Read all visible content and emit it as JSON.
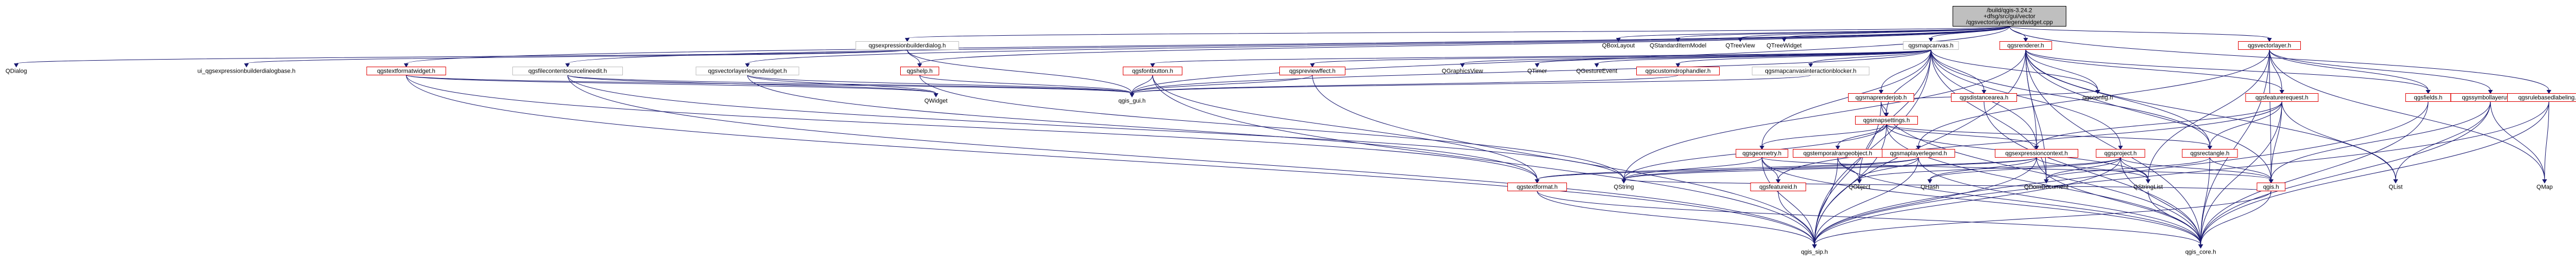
{
  "graph": {
    "nodes": [
      {
        "id": "root",
        "lines": [
          "/build/qgis-3.24.2",
          "+dfsg/src/gui/vector",
          "/qgsvectorlayerlegendwidget.cpp"
        ],
        "style": "root"
      },
      {
        "id": "qgsexpressionbuilderdialog_h",
        "lines": [
          "qgsexpressionbuilderdialog.h"
        ],
        "style": "black"
      },
      {
        "id": "QBoxLayout",
        "lines": [
          "QBoxLayout"
        ],
        "style": "plain"
      },
      {
        "id": "QStandardItemModel",
        "lines": [
          "QStandardItemModel"
        ],
        "style": "plain"
      },
      {
        "id": "QTreeView",
        "lines": [
          "QTreeView"
        ],
        "style": "plain"
      },
      {
        "id": "QTreeWidget",
        "lines": [
          "QTreeWidget"
        ],
        "style": "plain"
      },
      {
        "id": "qgsmapcanvas_h",
        "lines": [
          "qgsmapcanvas.h"
        ],
        "style": "black"
      },
      {
        "id": "qgsrenderer_h",
        "lines": [
          "qgsrenderer.h"
        ],
        "style": "red"
      },
      {
        "id": "qgsvectorlayer_h",
        "lines": [
          "qgsvectorlayer.h"
        ],
        "style": "red"
      },
      {
        "id": "QDialog",
        "lines": [
          "QDialog"
        ],
        "style": "plain"
      },
      {
        "id": "ui_qgsexpressionbuilderdialogbase_h",
        "lines": [
          "ui_qgsexpressionbuilderdialogbase.h"
        ],
        "style": "plain"
      },
      {
        "id": "qgstextformatwidget_h",
        "lines": [
          "qgstextformatwidget.h"
        ],
        "style": "red"
      },
      {
        "id": "qgsfilecontentsourcelineedit_h",
        "lines": [
          "qgsfilecontentsourcelineedit.h"
        ],
        "style": "black"
      },
      {
        "id": "qgsvectorlayerlegendwidget_h",
        "lines": [
          "qgsvectorlayerlegendwidget.h"
        ],
        "style": "black"
      },
      {
        "id": "qgshelp_h",
        "lines": [
          "qgshelp.h"
        ],
        "style": "red"
      },
      {
        "id": "qgsfontbutton_h",
        "lines": [
          "qgsfontbutton.h"
        ],
        "style": "red"
      },
      {
        "id": "qgspreviewffect_h",
        "lines": [
          "qgspreviewffect.h"
        ],
        "style": "red"
      },
      {
        "id": "QGraphicsView",
        "lines": [
          "QGraphicsView"
        ],
        "style": "plain"
      },
      {
        "id": "QTimer",
        "lines": [
          "QTimer"
        ],
        "style": "plain"
      },
      {
        "id": "QGestureEvent",
        "lines": [
          "QGestureEvent"
        ],
        "style": "plain"
      },
      {
        "id": "qgscustomdrophandler_h",
        "lines": [
          "qgscustomdrophandler.h"
        ],
        "style": "red"
      },
      {
        "id": "qgsmapcanvasinteractionblocker_h",
        "lines": [
          "qgsmapcanvasinteractionblocker.h"
        ],
        "style": "black"
      },
      {
        "id": "qgsmaprenderjob_h",
        "lines": [
          "qgsmaprenderjob.h"
        ],
        "style": "red"
      },
      {
        "id": "qgsdistancearea_h",
        "lines": [
          "qgsdistancearea.h"
        ],
        "style": "red"
      },
      {
        "id": "qgsconfig_h",
        "lines": [
          "qgsconfig.h"
        ],
        "style": "plain"
      },
      {
        "id": "qgsfeaturerequest_h",
        "lines": [
          "qgsfeaturerequest.h"
        ],
        "style": "red"
      },
      {
        "id": "qgsfields_h",
        "lines": [
          "qgsfields.h"
        ],
        "style": "red"
      },
      {
        "id": "qgssymbollayerutils_h",
        "lines": [
          "qgssymbollayerutils.h"
        ],
        "style": "red"
      },
      {
        "id": "qgsrulebasedlabeling_h",
        "lines": [
          "qgsrulebasedlabeling.h"
        ],
        "style": "red"
      },
      {
        "id": "QWidget",
        "lines": [
          "QWidget"
        ],
        "style": "plain"
      },
      {
        "id": "qgis_gui_h",
        "lines": [
          "qgis_gui.h"
        ],
        "style": "plain"
      },
      {
        "id": "qgsmapsettings_h",
        "lines": [
          "qgsmapsettings.h"
        ],
        "style": "red"
      },
      {
        "id": "qgstemporalrangeobject_h",
        "lines": [
          "qgstemporalrangeobject.h"
        ],
        "style": "red"
      },
      {
        "id": "qgsmaplayerlegend_h",
        "lines": [
          "qgsmaplayerlegend.h"
        ],
        "style": "red"
      },
      {
        "id": "qgsexpressioncontext_h",
        "lines": [
          "qgsexpressioncontext.h"
        ],
        "style": "red"
      },
      {
        "id": "qgsproject_h",
        "lines": [
          "qgsproject.h"
        ],
        "style": "red"
      },
      {
        "id": "qgsrectangle_h",
        "lines": [
          "qgsrectangle.h"
        ],
        "style": "red"
      },
      {
        "id": "qgsgeometry_h",
        "lines": [
          "qgsgeometry.h"
        ],
        "style": "red"
      },
      {
        "id": "qgsfeatureid_h",
        "lines": [
          "qgsfeatureid.h"
        ],
        "style": "red"
      },
      {
        "id": "qgstextformat_h",
        "lines": [
          "qgstextformat.h"
        ],
        "style": "red"
      },
      {
        "id": "QString",
        "lines": [
          "QString"
        ],
        "style": "plain"
      },
      {
        "id": "QObject",
        "lines": [
          "QObject"
        ],
        "style": "plain"
      },
      {
        "id": "QHash",
        "lines": [
          "QHash"
        ],
        "style": "plain"
      },
      {
        "id": "QDomDocument",
        "lines": [
          "QDomDocument"
        ],
        "style": "plain"
      },
      {
        "id": "QStringList",
        "lines": [
          "QStringList"
        ],
        "style": "plain"
      },
      {
        "id": "qgis_h",
        "lines": [
          "qgis.h"
        ],
        "style": "red"
      },
      {
        "id": "QList",
        "lines": [
          "QList"
        ],
        "style": "plain"
      },
      {
        "id": "QMap",
        "lines": [
          "QMap"
        ],
        "style": "plain"
      },
      {
        "id": "qgis_sip_h",
        "lines": [
          "qgis_sip.h"
        ],
        "style": "plain"
      },
      {
        "id": "qgis_core_h",
        "lines": [
          "qgis_core.h"
        ],
        "style": "plain"
      }
    ],
    "edges": [
      [
        "root",
        "qgsexpressionbuilderdialog_h"
      ],
      [
        "root",
        "QBoxLayout"
      ],
      [
        "root",
        "QStandardItemModel"
      ],
      [
        "root",
        "QTreeView"
      ],
      [
        "root",
        "QTreeWidget"
      ],
      [
        "root",
        "qgsmapcanvas_h"
      ],
      [
        "root",
        "qgsrenderer_h"
      ],
      [
        "root",
        "qgsvectorlayer_h"
      ],
      [
        "root",
        "qgsrulebasedlabeling_h"
      ],
      [
        "root",
        "qgstextformatwidget_h"
      ],
      [
        "root",
        "qgsfilecontentsourcelineedit_h"
      ],
      [
        "root",
        "qgsvectorlayerlegendwidget_h"
      ],
      [
        "root",
        "qgshelp_h"
      ],
      [
        "root",
        "qgis_gui_h"
      ],
      [
        "qgsexpressionbuilderdialog_h",
        "QDialog"
      ],
      [
        "qgsexpressionbuilderdialog_h",
        "ui_qgsexpressionbuilderdialogbase_h"
      ],
      [
        "qgsexpressionbuilderdialog_h",
        "qgshelp_h"
      ],
      [
        "qgsexpressionbuilderdialog_h",
        "qgis_gui_h"
      ],
      [
        "qgsmapcanvas_h",
        "qgsfontbutton_h"
      ],
      [
        "qgsmapcanvas_h",
        "qgspreviewffect_h"
      ],
      [
        "qgsmapcanvas_h",
        "QGraphicsView"
      ],
      [
        "qgsmapcanvas_h",
        "QTimer"
      ],
      [
        "qgsmapcanvas_h",
        "QGestureEvent"
      ],
      [
        "qgsmapcanvas_h",
        "qgscustomdrophandler_h"
      ],
      [
        "qgsmapcanvas_h",
        "qgsmapcanvasinteractionblocker_h"
      ],
      [
        "qgsmapcanvas_h",
        "qgsmaprenderjob_h"
      ],
      [
        "qgsmapcanvas_h",
        "qgsdistancearea_h"
      ],
      [
        "qgsmapcanvas_h",
        "qgsconfig_h"
      ],
      [
        "qgsmapcanvas_h",
        "qgsmapsettings_h"
      ],
      [
        "qgsmapcanvas_h",
        "qgsexpressioncontext_h"
      ],
      [
        "qgsmapcanvas_h",
        "qgsproject_h"
      ],
      [
        "qgsmapcanvas_h",
        "qgsrectangle_h"
      ],
      [
        "qgsmapcanvas_h",
        "qgsgeometry_h"
      ],
      [
        "qgsmapcanvas_h",
        "qgis_gui_h"
      ],
      [
        "qgsmapcanvas_h",
        "qgis_sip_h"
      ],
      [
        "qgsmapcanvas_h",
        "QDomDocument"
      ],
      [
        "qgsmapcanvas_h",
        "QObject"
      ],
      [
        "qgstextformatwidget_h",
        "qgstextformat_h"
      ],
      [
        "qgstextformatwidget_h",
        "qgis_gui_h"
      ],
      [
        "qgstextformatwidget_h",
        "qgis_sip_h"
      ],
      [
        "qgstextformatwidget_h",
        "QWidget"
      ],
      [
        "qgsfilecontentsourcelineedit_h",
        "QWidget"
      ],
      [
        "qgsfilecontentsourcelineedit_h",
        "qgis_gui_h"
      ],
      [
        "qgsfilecontentsourcelineedit_h",
        "qgis_sip_h"
      ],
      [
        "qgsfilecontentsourcelineedit_h",
        "QString"
      ],
      [
        "qgsvectorlayerlegendwidget_h",
        "QWidget"
      ],
      [
        "qgsvectorlayerlegendwidget_h",
        "qgis_gui_h"
      ],
      [
        "qgsvectorlayerlegendwidget_h",
        "qgstextformat_h"
      ],
      [
        "qgshelp_h",
        "qgis_gui_h"
      ],
      [
        "qgshelp_h",
        "QString"
      ],
      [
        "qgsfontbutton_h",
        "qgis_gui_h"
      ],
      [
        "qgsfontbutton_h",
        "qgis_sip_h"
      ],
      [
        "qgsfontbutton_h",
        "qgstextformat_h"
      ],
      [
        "qgspreviewffect_h",
        "qgis_gui_h"
      ],
      [
        "qgspreviewffect_h",
        "qgis_sip_h"
      ],
      [
        "qgscustomdrophandler_h",
        "qgis_gui_h"
      ],
      [
        "qgsmapcanvasinteractionblocker_h",
        "qgis_gui_h"
      ],
      [
        "qgsmaprenderjob_h",
        "qgsmapsettings_h"
      ],
      [
        "qgsmaprenderjob_h",
        "qgis_core_h"
      ],
      [
        "qgsmaprenderjob_h",
        "qgis_sip_h"
      ],
      [
        "qgsmaprenderjob_h",
        "qgsconfig_h"
      ],
      [
        "qgsmapsettings_h",
        "qgsgeometry_h"
      ],
      [
        "qgsmapsettings_h",
        "qgstemporalrangeobject_h"
      ],
      [
        "qgsmapsettings_h",
        "qgsexpressioncontext_h"
      ],
      [
        "qgsmapsettings_h",
        "qgsrectangle_h"
      ],
      [
        "qgsmapsettings_h",
        "qgis_core_h"
      ],
      [
        "qgsmapsettings_h",
        "qgis_sip_h"
      ],
      [
        "qgsmapsettings_h",
        "QString"
      ],
      [
        "qgsmapsettings_h",
        "QStringList"
      ],
      [
        "qgsdistancearea_h",
        "qgis_core_h"
      ],
      [
        "qgsrenderer_h",
        "qgsconfig_h"
      ],
      [
        "qgsrenderer_h",
        "qgsfeaturerequest_h"
      ],
      [
        "qgsrenderer_h",
        "qgsfields_h"
      ],
      [
        "qgsrenderer_h",
        "qgis_h"
      ],
      [
        "qgsrenderer_h",
        "qgsrectangle_h"
      ],
      [
        "qgsrenderer_h",
        "qgsexpressioncontext_h"
      ],
      [
        "qgsrenderer_h",
        "QList"
      ],
      [
        "qgsrenderer_h",
        "QString"
      ],
      [
        "qgsrenderer_h",
        "qgis_core_h"
      ],
      [
        "qgsrenderer_h",
        "qgis_sip_h"
      ],
      [
        "qgsrenderer_h",
        "QDomDocument"
      ],
      [
        "qgsvectorlayer_h",
        "qgsfeaturerequest_h"
      ],
      [
        "qgsvectorlayer_h",
        "qgsfields_h"
      ],
      [
        "qgsvectorlayer_h",
        "qgssymbollayerutils_h"
      ],
      [
        "qgsvectorlayer_h",
        "qgsmaplayerlegend_h"
      ],
      [
        "qgsvectorlayer_h",
        "qgis_core_h"
      ],
      [
        "qgsvectorlayer_h",
        "QMap"
      ],
      [
        "qgsvectorlayer_h",
        "QStringList"
      ],
      [
        "qgsvectorlayer_h",
        "qgis_h"
      ],
      [
        "qgsfeaturerequest_h",
        "qgsrectangle_h"
      ],
      [
        "qgsfeaturerequest_h",
        "qgsexpressioncontext_h"
      ],
      [
        "qgsfeaturerequest_h",
        "qgis_h"
      ],
      [
        "qgsfeaturerequest_h",
        "qgis_core_h"
      ],
      [
        "qgsfeaturerequest_h",
        "QList"
      ],
      [
        "qgsfeaturerequest_h",
        "qgsfeatureid_h"
      ],
      [
        "qgsfields_h",
        "qgis_core_h"
      ],
      [
        "qgsfields_h",
        "qgis_sip_h"
      ],
      [
        "qgssymbollayerutils_h",
        "QMap"
      ],
      [
        "qgssymbollayerutils_h",
        "QList"
      ],
      [
        "qgssymbollayerutils_h",
        "qgis_core_h"
      ],
      [
        "qgssymbollayerutils_h",
        "qgis_h"
      ],
      [
        "qgsrulebasedlabeling_h",
        "QMap"
      ],
      [
        "qgsrulebasedlabeling_h",
        "qgis_core_h"
      ],
      [
        "qgsrulebasedlabeling_h",
        "qgis_sip_h"
      ],
      [
        "qgstemporalrangeobject_h",
        "qgis_core_h"
      ],
      [
        "qgstemporalrangeobject_h",
        "qgis_sip_h"
      ],
      [
        "qgstemporalrangeobject_h",
        "QObject"
      ],
      [
        "qgsmaplayerlegend_h",
        "QObject"
      ],
      [
        "qgsmaplayerlegend_h",
        "qgis_core_h"
      ],
      [
        "qgsmaplayerlegend_h",
        "qgis_sip_h"
      ],
      [
        "qgsmaplayerlegend_h",
        "qgstextformat_h"
      ],
      [
        "qgsmaplayerlegend_h",
        "QString"
      ],
      [
        "qgsexpressioncontext_h",
        "QString"
      ],
      [
        "qgsexpressioncontext_h",
        "QStringList"
      ],
      [
        "qgsexpressioncontext_h",
        "QHash"
      ],
      [
        "qgsexpressioncontext_h",
        "qgis_core_h"
      ],
      [
        "qgsexpressioncontext_h",
        "qgis_sip_h"
      ],
      [
        "qgsexpressioncontext_h",
        "qgstextformat_h"
      ],
      [
        "qgsproject_h",
        "QObject"
      ],
      [
        "qgsproject_h",
        "QHash"
      ],
      [
        "qgsproject_h",
        "QDomDocument"
      ],
      [
        "qgsproject_h",
        "QStringList"
      ],
      [
        "qgsproject_h",
        "qgis_core_h"
      ],
      [
        "qgsproject_h",
        "qgis_sip_h"
      ],
      [
        "qgsproject_h",
        "qgis_h"
      ],
      [
        "qgsrectangle_h",
        "qgis_core_h"
      ],
      [
        "qgsrectangle_h",
        "qgis_h"
      ],
      [
        "qgsrectangle_h",
        "QDomDocument"
      ],
      [
        "qgsgeometry_h",
        "QString"
      ],
      [
        "qgsgeometry_h",
        "qgis_core_h"
      ],
      [
        "qgsgeometry_h",
        "qgis_sip_h"
      ],
      [
        "qgsgeometry_h",
        "qgsfeatureid_h"
      ],
      [
        "qgsgeometry_h",
        "qgis_h"
      ],
      [
        "qgsfeatureid_h",
        "qgis_sip_h"
      ],
      [
        "qgstextformat_h",
        "qgis_core_h"
      ],
      [
        "qgstextformat_h",
        "qgis_sip_h"
      ],
      [
        "qgis_h",
        "qgis_core_h"
      ],
      [
        "qgis_h",
        "qgis_sip_h"
      ],
      [
        "qgis_h",
        "QString"
      ],
      [
        "QStringList",
        "qgis_core_h"
      ]
    ]
  }
}
